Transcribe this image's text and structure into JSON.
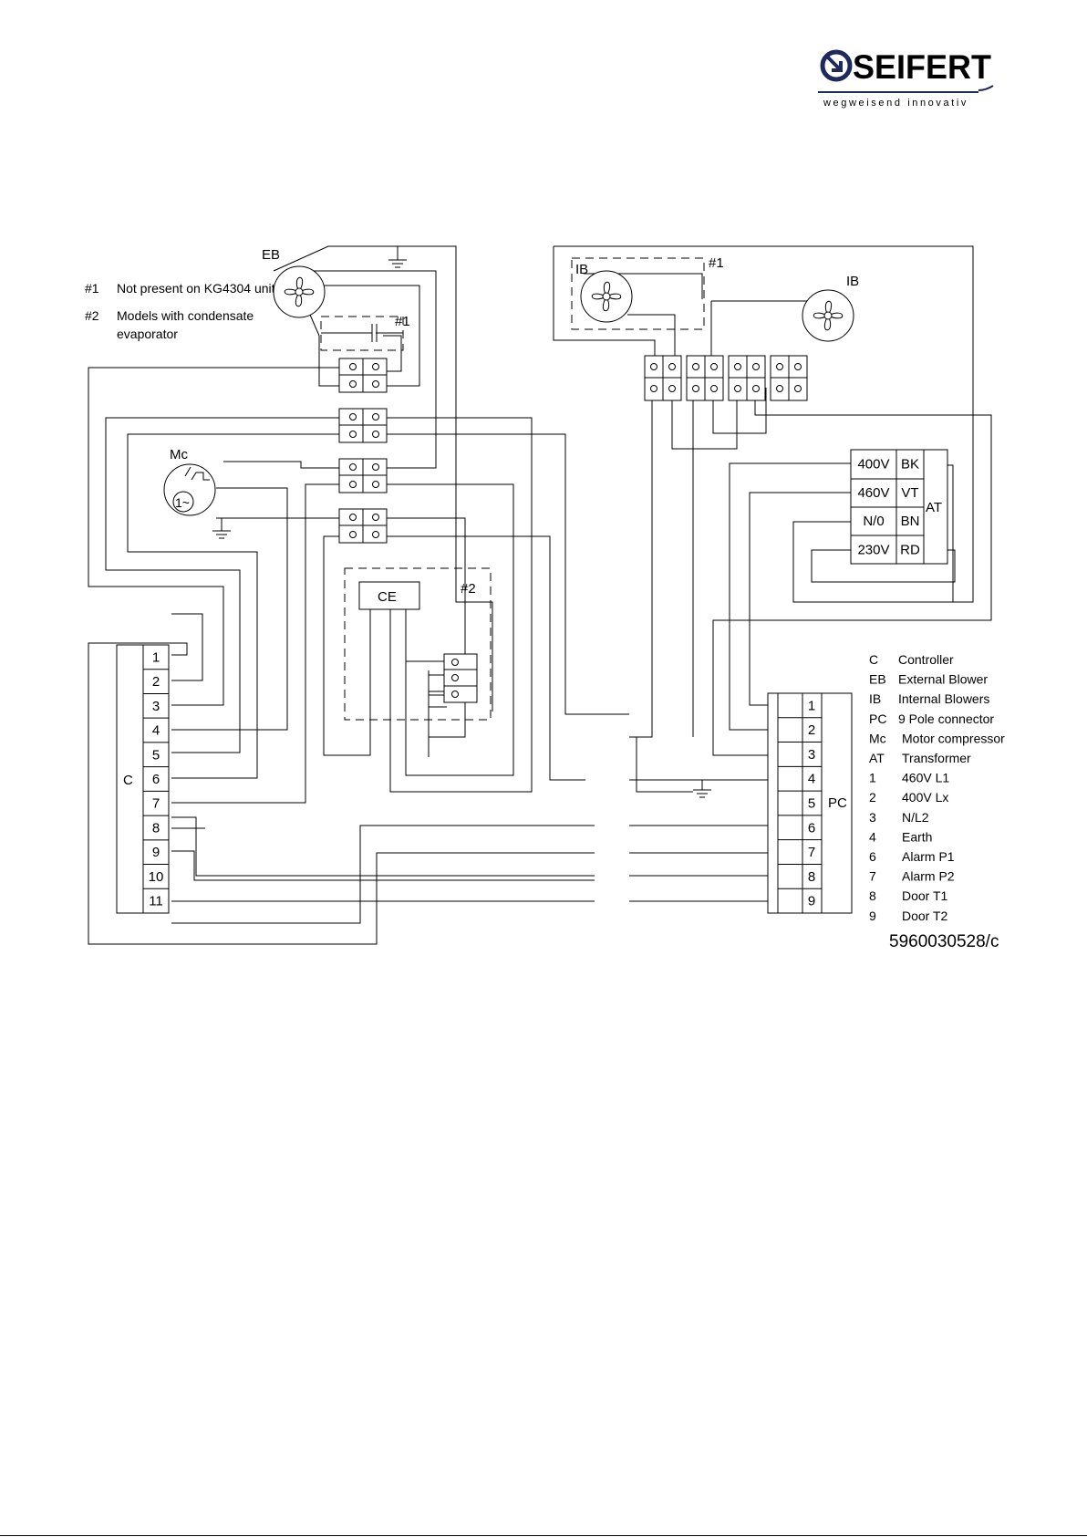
{
  "header": {
    "logo": {
      "brand": "SEIFERT",
      "tagline": "wegweisend innovativ",
      "color": "#1f2a5c"
    }
  },
  "notes": [
    {
      "marker": "#1",
      "text": "Not present on KG4304 unit"
    },
    {
      "marker": "#2",
      "text": "Models with condensate",
      "text2": "evaporator"
    }
  ],
  "components": {
    "eb": "EB",
    "ib_left": "IB",
    "ib_right": "IB",
    "mc": "Mc",
    "mc_symbol": "1~",
    "ce": "CE",
    "controller": "C",
    "connector": "PC",
    "transformer": "AT",
    "marker_1a": "#1",
    "marker_1b": "#1",
    "marker_2": "#2"
  },
  "controller_terminals": [
    "1",
    "2",
    "3",
    "4",
    "5",
    "6",
    "7",
    "8",
    "9",
    "10",
    "11"
  ],
  "pc_terminals": [
    "1",
    "2",
    "3",
    "4",
    "5",
    "6",
    "7",
    "8",
    "9"
  ],
  "transformer_taps": [
    {
      "voltage": "400V",
      "color": "BK"
    },
    {
      "voltage": "460V",
      "color": "VT"
    },
    {
      "voltage": "N/0",
      "color": "BN"
    },
    {
      "voltage": "230V",
      "color": "RD"
    }
  ],
  "legend": [
    {
      "key": "C",
      "label": "Controller"
    },
    {
      "key": "EB",
      "label": "External Blower"
    },
    {
      "key": "IB",
      "label": "Internal Blowers"
    },
    {
      "key": "PC",
      "label": "9 Pole connector"
    },
    {
      "key": "Mc",
      "label": "Motor compressor"
    },
    {
      "key": "AT",
      "label": "Transformer"
    },
    {
      "key": "1",
      "label": "460V L1"
    },
    {
      "key": "2",
      "label": "400V Lx"
    },
    {
      "key": "3",
      "label": "N/L2"
    },
    {
      "key": "4",
      "label": "Earth"
    },
    {
      "key": "6",
      "label": "Alarm P1"
    },
    {
      "key": "7",
      "label": "Alarm P2"
    },
    {
      "key": "8",
      "label": "Door T1"
    },
    {
      "key": "9",
      "label": "Door T2"
    }
  ],
  "document_number": "5960030528/c"
}
